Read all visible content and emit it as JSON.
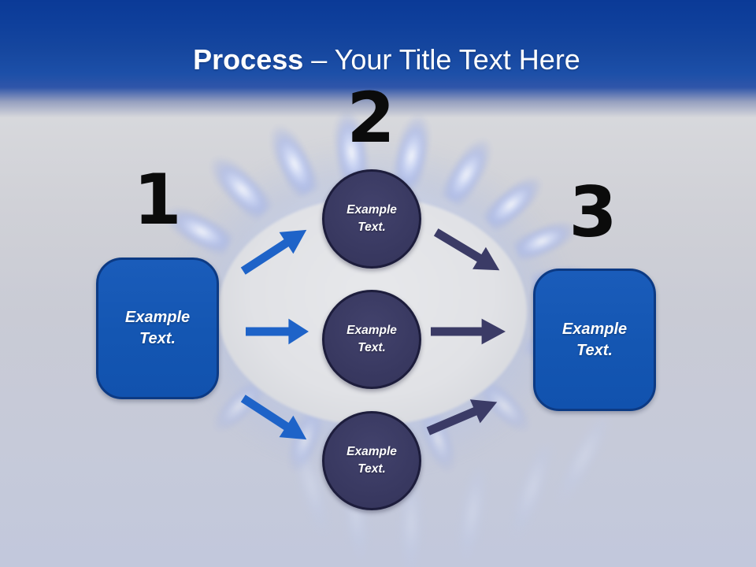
{
  "title": {
    "lead": "Process",
    "rest": "– Your Title Text Here"
  },
  "step_numbers": [
    "1",
    "2",
    "3"
  ],
  "left_box_label": "Example Text.",
  "right_box_label": "Example Text.",
  "circle_labels": [
    "Example Text.",
    "Example Text.",
    "Example Text."
  ],
  "colors": {
    "header_blue_top": "#0b3a97",
    "header_blue_bottom": "#1c4fa8",
    "title_text": "#ffffff",
    "box_blue_fill": "#1456b2",
    "box_blue_border": "#0c3a84",
    "circle_fill": "#393961",
    "circle_border": "#1d1d3c",
    "arrow_blue": "#1e63c8",
    "arrow_dark_navy": "#3b3b66",
    "number_black": "#0b0b0b",
    "background_gray": "#c9cbd5",
    "flame_blue": "#a9b9ec"
  }
}
